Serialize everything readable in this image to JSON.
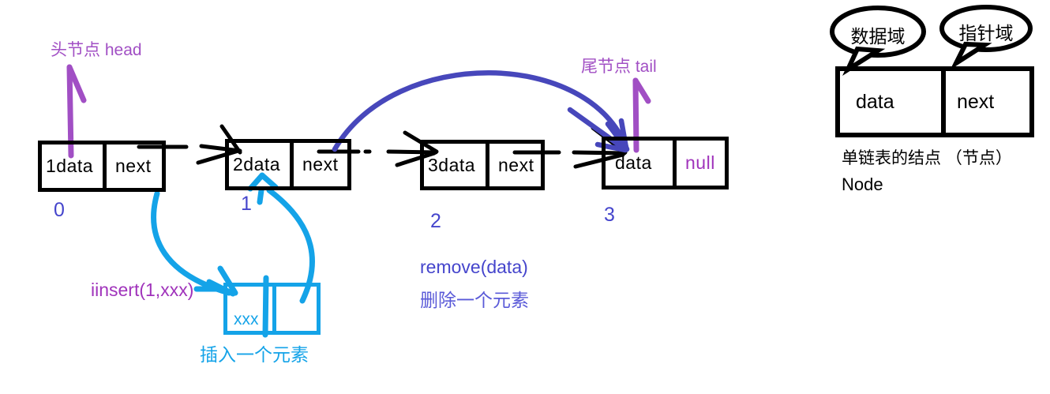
{
  "colors": {
    "purple": "#a14fc4",
    "magenta": "#a033bb",
    "indigo": "#4545cc",
    "indigo_light": "#5a5ad8",
    "arc_blue": "#4747bb",
    "cyan": "#14a3e8"
  },
  "head_label": "头节点 head",
  "tail_label": "尾节点 tail",
  "list_nodes": [
    {
      "data": "1data",
      "next": "next",
      "index": "0"
    },
    {
      "data": "2data",
      "next": "next",
      "index": "1"
    },
    {
      "data": "3data",
      "next": "next",
      "index": "2"
    },
    {
      "data": "data",
      "next": "null",
      "index": "3"
    }
  ],
  "insert": {
    "call_label": "iinsert(1,xxx)",
    "box_data": "xxx",
    "caption": "插入一个元素"
  },
  "remove": {
    "call_label": "remove(data)",
    "caption": "删除一个元素"
  },
  "reference": {
    "bubble_data": "数据域",
    "bubble_pointer": "指针域",
    "node_data": "data",
    "node_next": "next",
    "caption_line1": "单链表的结点 （节点）",
    "caption_line2": "Node"
  }
}
